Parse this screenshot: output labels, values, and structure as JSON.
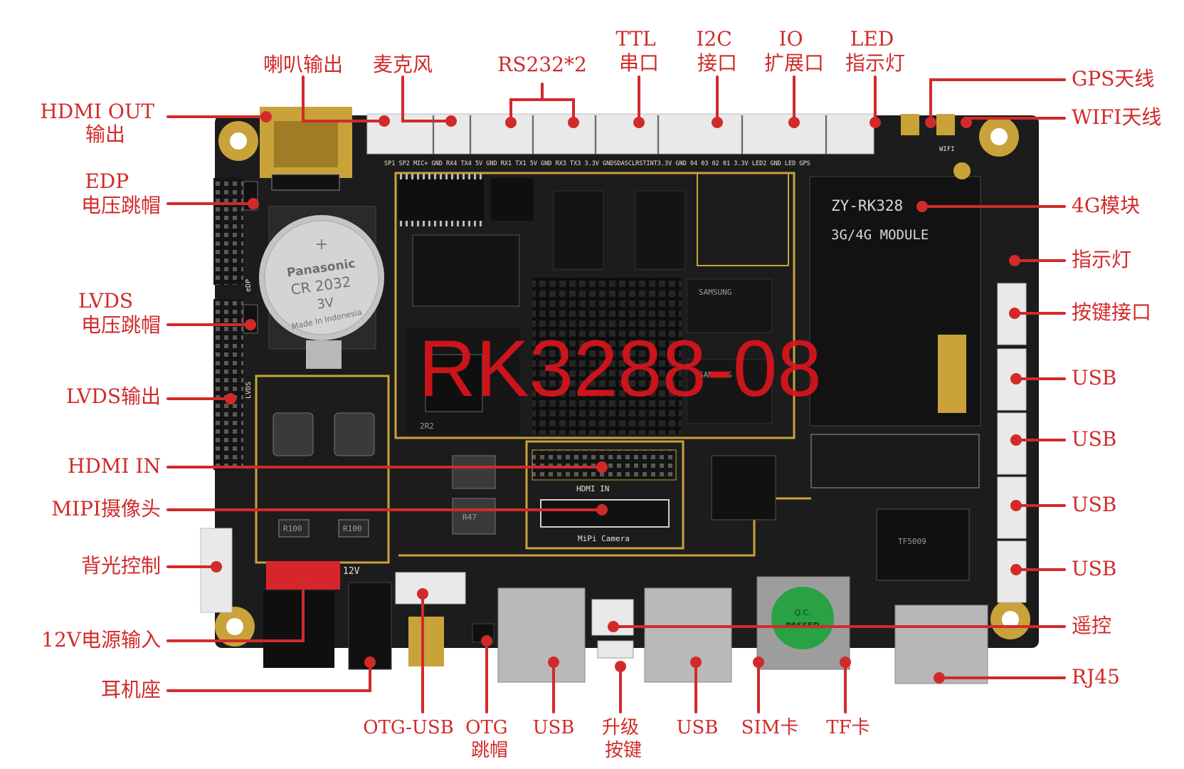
{
  "board": {
    "model": "RK3288-08",
    "module_line1": "ZY-RK328",
    "module_line2": "3G/4G MODULE",
    "battery_brand": "Panasonic",
    "battery_model": "CR 2032",
    "battery_voltage": "3V",
    "battery_origin": "Made In Indonesia",
    "silk_hdmi_in": "HDMI    IN",
    "silk_mipi": "MiPi  Camera",
    "silk_12v": "12V",
    "silk_edp": "eDP",
    "silk_lvds": "LVDS",
    "silk_header_row": "SP1   SP2  MIC+ GND RX4 TX4 5V GND RX1 TX1 5V GND RX3 TX3 3.3V GNDSDASCLRSTINT3.3V GND 04 03 02 01 3.3V LED2 GND LED GPS",
    "silk_wifi": "WIFI",
    "silk_qc": "Q.C.",
    "silk_passed": "PASSED",
    "silk_r100": "R100",
    "silk_2r2": "2R2",
    "silk_r47": "R47",
    "silk_samsung": "SAMSUNG",
    "silk_tf": "TF5009"
  },
  "callouts": {
    "left": [
      {
        "id": "hdmi-out",
        "lines": [
          "HDMI OUT",
          "输出"
        ]
      },
      {
        "id": "edp-jumper",
        "lines": [
          "EDP",
          "电压跳帽"
        ]
      },
      {
        "id": "lvds-jumper",
        "lines": [
          "LVDS",
          "电压跳帽"
        ]
      },
      {
        "id": "lvds-out",
        "lines": [
          "LVDS输出"
        ]
      },
      {
        "id": "hdmi-in",
        "lines": [
          "HDMI   IN"
        ]
      },
      {
        "id": "mipi-camera",
        "lines": [
          "MIPI摄像头"
        ]
      },
      {
        "id": "backlight",
        "lines": [
          "背光控制"
        ]
      },
      {
        "id": "power-in",
        "lines": [
          "12V电源输入"
        ]
      },
      {
        "id": "headphone",
        "lines": [
          "耳机座"
        ]
      }
    ],
    "top": [
      {
        "id": "speaker",
        "lines": [
          "喇叭输出"
        ]
      },
      {
        "id": "mic",
        "lines": [
          "麦克风"
        ]
      },
      {
        "id": "rs232",
        "lines": [
          "RS232*2"
        ]
      },
      {
        "id": "ttl",
        "lines": [
          "TTL",
          "串口"
        ]
      },
      {
        "id": "i2c",
        "lines": [
          "I2C",
          "接口"
        ]
      },
      {
        "id": "io",
        "lines": [
          "IO",
          "扩展口"
        ]
      },
      {
        "id": "led",
        "lines": [
          "LED",
          "指示灯"
        ]
      }
    ],
    "right": [
      {
        "id": "gps",
        "lines": [
          "GPS天线"
        ]
      },
      {
        "id": "wifi",
        "lines": [
          "WIFI天线"
        ]
      },
      {
        "id": "module-4g",
        "lines": [
          "4G模块"
        ]
      },
      {
        "id": "indicator",
        "lines": [
          "指示灯"
        ]
      },
      {
        "id": "key-port",
        "lines": [
          "按键接口"
        ]
      },
      {
        "id": "usb-r1",
        "lines": [
          "USB"
        ]
      },
      {
        "id": "usb-r2",
        "lines": [
          "USB"
        ]
      },
      {
        "id": "usb-r3",
        "lines": [
          "USB"
        ]
      },
      {
        "id": "usb-r4",
        "lines": [
          "USB"
        ]
      },
      {
        "id": "remote",
        "lines": [
          "遥控"
        ]
      },
      {
        "id": "rj45",
        "lines": [
          "RJ45"
        ]
      }
    ],
    "bottom": [
      {
        "id": "otg-usb",
        "lines": [
          "OTG-USB"
        ]
      },
      {
        "id": "otg-jumper",
        "lines": [
          "OTG",
          "跳帽"
        ]
      },
      {
        "id": "usb-b1",
        "lines": [
          "USB"
        ]
      },
      {
        "id": "upgrade-key",
        "lines": [
          "升级",
          "按键"
        ]
      },
      {
        "id": "usb-b2",
        "lines": [
          "USB"
        ]
      },
      {
        "id": "sim",
        "lines": [
          "SIM卡"
        ]
      },
      {
        "id": "tf",
        "lines": [
          "TF卡"
        ]
      }
    ]
  },
  "colors": {
    "label": "#d22a2a",
    "pcb": "#1c1c1c",
    "gold": "#c9a23a",
    "connector": "#e9e9e9",
    "model_text": "#e0141c"
  }
}
